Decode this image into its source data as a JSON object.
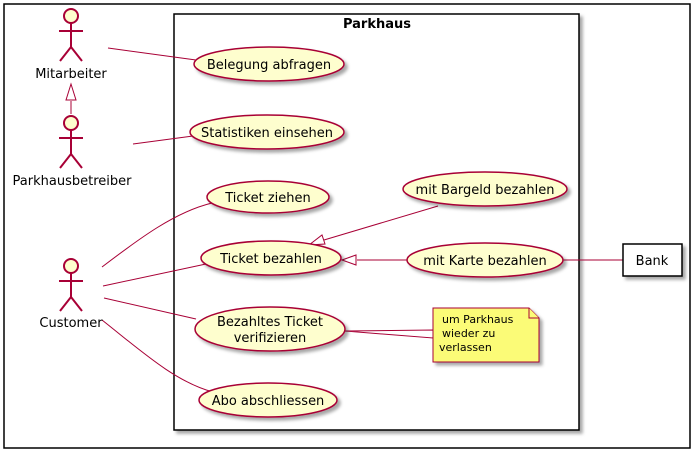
{
  "system": {
    "title": "Parkhaus"
  },
  "actors": {
    "mitarbeiter": "Mitarbeiter",
    "parkhausbetreiber": "Parkhausbetreiber",
    "customer": "Customer"
  },
  "use_cases": {
    "belegung": "Belegung abfragen",
    "statistiken": "Statistiken einsehen",
    "ticket_ziehen": "Ticket ziehen",
    "bargeld": "mit Bargeld bezahlen",
    "ticket_bezahlen": "Ticket bezahlen",
    "karte": "mit Karte bezahlen",
    "verifizieren_line1": "Bezahltes Ticket",
    "verifizieren_line2": "verifizieren",
    "abo": "Abo abschliessen"
  },
  "external": {
    "bank": "Bank"
  },
  "note": {
    "line1": "um Parkhaus",
    "line2": "wieder zu",
    "line3": "verlassen"
  },
  "colors": {
    "line": "#a80036",
    "usecase_fill": "#fefece",
    "note_fill": "#fbfb77",
    "border": "#000000"
  }
}
